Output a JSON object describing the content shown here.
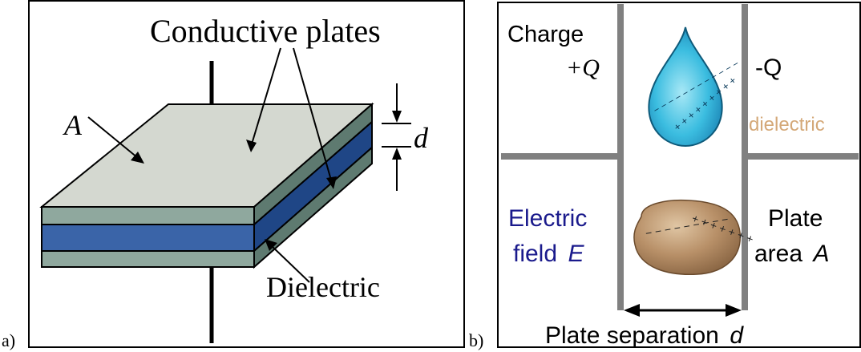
{
  "panel_a": {
    "label": "a)",
    "title": "Conductive plates",
    "area_label": "A",
    "separation_label": "d",
    "dielectric_label": "Dielectric",
    "colors": {
      "plate_top": "#d4d8d0",
      "plate_side": "#7f9a92",
      "plate_dark": "#5e7a70",
      "dielectric": "#3a64a8",
      "dielectric_dark": "#1f4686"
    }
  },
  "panel_b": {
    "label": "b)",
    "charge_label": "Charge",
    "plus_q": "+Q",
    "minus_q": "-Q",
    "dielectric_label": "dielectric",
    "field_label_1": "Electric",
    "field_label_2": "field",
    "field_symbol": "E",
    "plate_label_1": "Plate",
    "plate_label_2": "area",
    "plate_symbol": "A",
    "separation_label": "Plate separation",
    "separation_symbol": "d",
    "drop_minus": "− − − − − − − − − − − −",
    "drop_plus": "+ + + + + + + + +",
    "rock_minus": "− − − − − − − − −",
    "rock_plus": "+ + + + + + +",
    "colors": {
      "plate": "#808080",
      "drop": "#3bbde0",
      "rock": "#b89068",
      "field_text": "#1a1a8c",
      "dielectric_text": "#d4a878"
    }
  }
}
